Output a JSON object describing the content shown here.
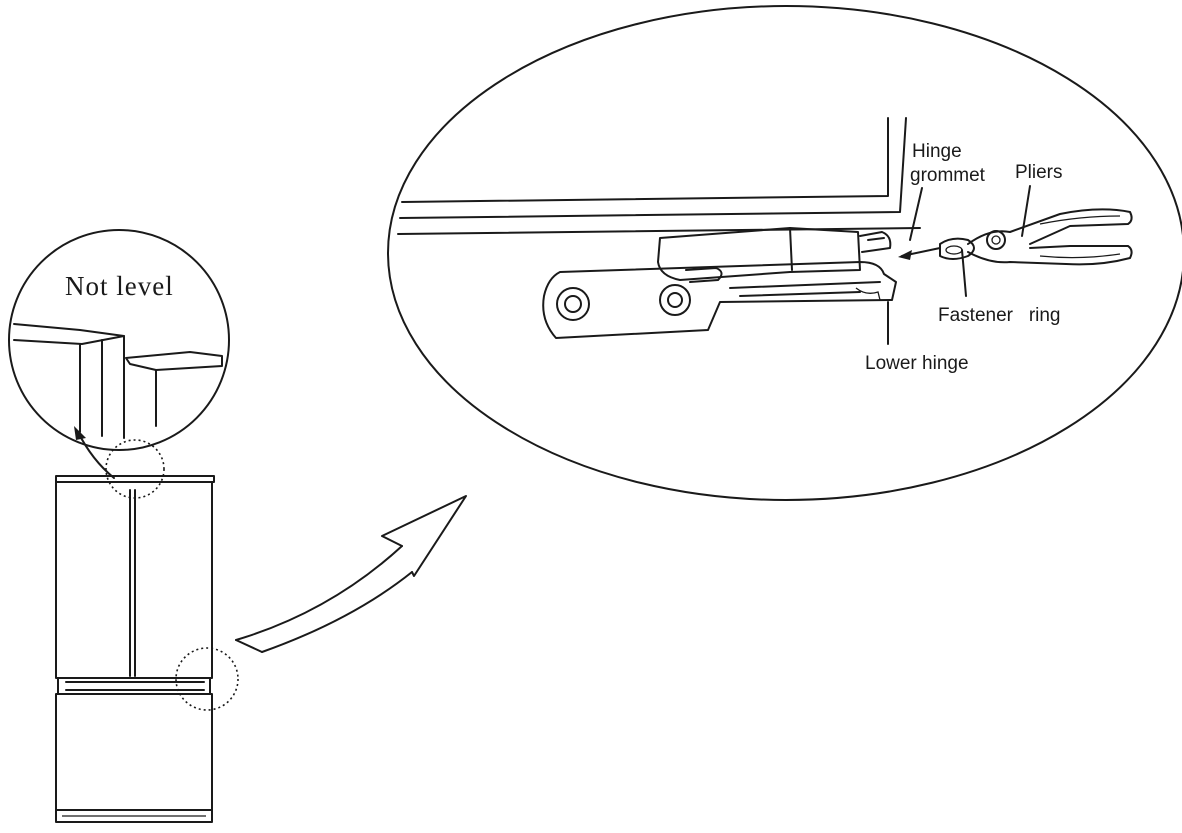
{
  "labels": {
    "not_level": "Not level",
    "hinge_grommet_line1": "Hinge",
    "hinge_grommet_line2": "grommet",
    "pliers": "Pliers",
    "fastener_ring": "Fastener   ring",
    "lower_hinge": "Lower hinge"
  }
}
